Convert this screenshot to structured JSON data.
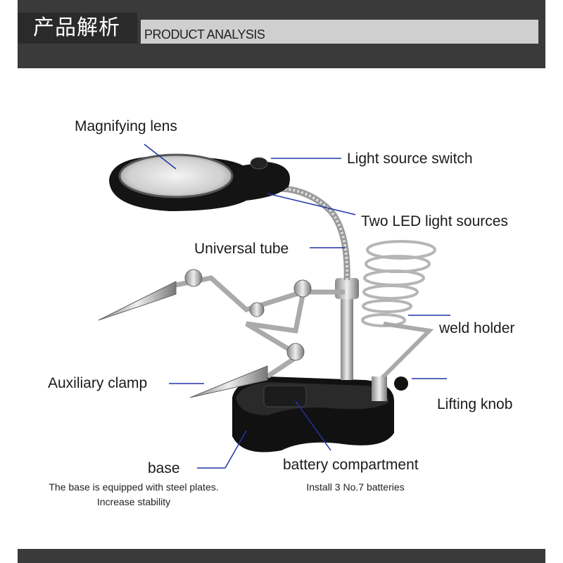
{
  "header": {
    "title_cn": "产品解析",
    "title_en": "PRODUCT ANALYSIS"
  },
  "labels": {
    "magnifying_lens": "Magnifying lens",
    "light_switch": "Light source switch",
    "led_sources": "Two LED light sources",
    "universal_tube": "Universal tube",
    "weld_holder": "weld holder",
    "auxiliary_clamp": "Auxiliary clamp",
    "lifting_knob": "Lifting knob",
    "base": "base",
    "battery_compartment": "battery compartment"
  },
  "notes": {
    "base_line1": "The base is equipped with steel plates.",
    "base_line2": "Increase stability",
    "battery": "Install 3 No.7 batteries"
  },
  "colors": {
    "header_dark": "#3a3a3a",
    "header_bar": "#cfcfcf",
    "leader_line": "#2233aa"
  }
}
